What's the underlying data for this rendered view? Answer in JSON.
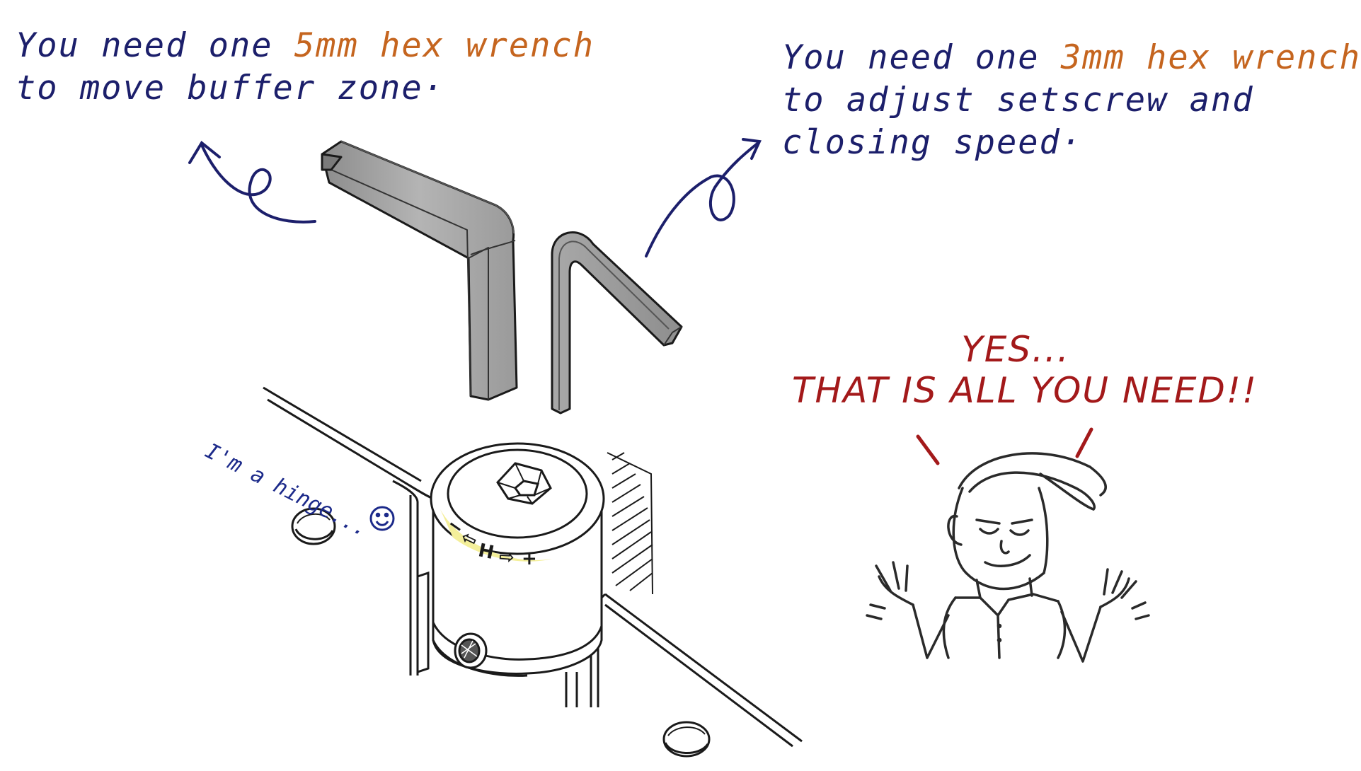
{
  "notes": {
    "left": {
      "line1_pre": "You need one ",
      "line1_highlight": "5mm hex wrench",
      "line2": "to move buffer zone·"
    },
    "right": {
      "line1_pre": "You need one ",
      "line1_highlight": "3mm hex wrench",
      "line2": "to adjust setscrew and",
      "line3": "closing speed·"
    }
  },
  "shout": {
    "line1": "YES...",
    "line2": "THAT IS ALL YOU NEED!!"
  },
  "hinge_caption": "I'm a hinge...",
  "hinge_dial": {
    "minus": "−",
    "left_arrow": "⇦",
    "center": "H",
    "right_arrow": "⇨",
    "plus": "+"
  },
  "colors": {
    "note_text": "#1c1f6b",
    "highlight": "#c5651f",
    "shout": "#a3191a",
    "ink": "#1a1a1a",
    "metal": "#9a9a9a",
    "dial_highlight": "#f4ef9a"
  }
}
